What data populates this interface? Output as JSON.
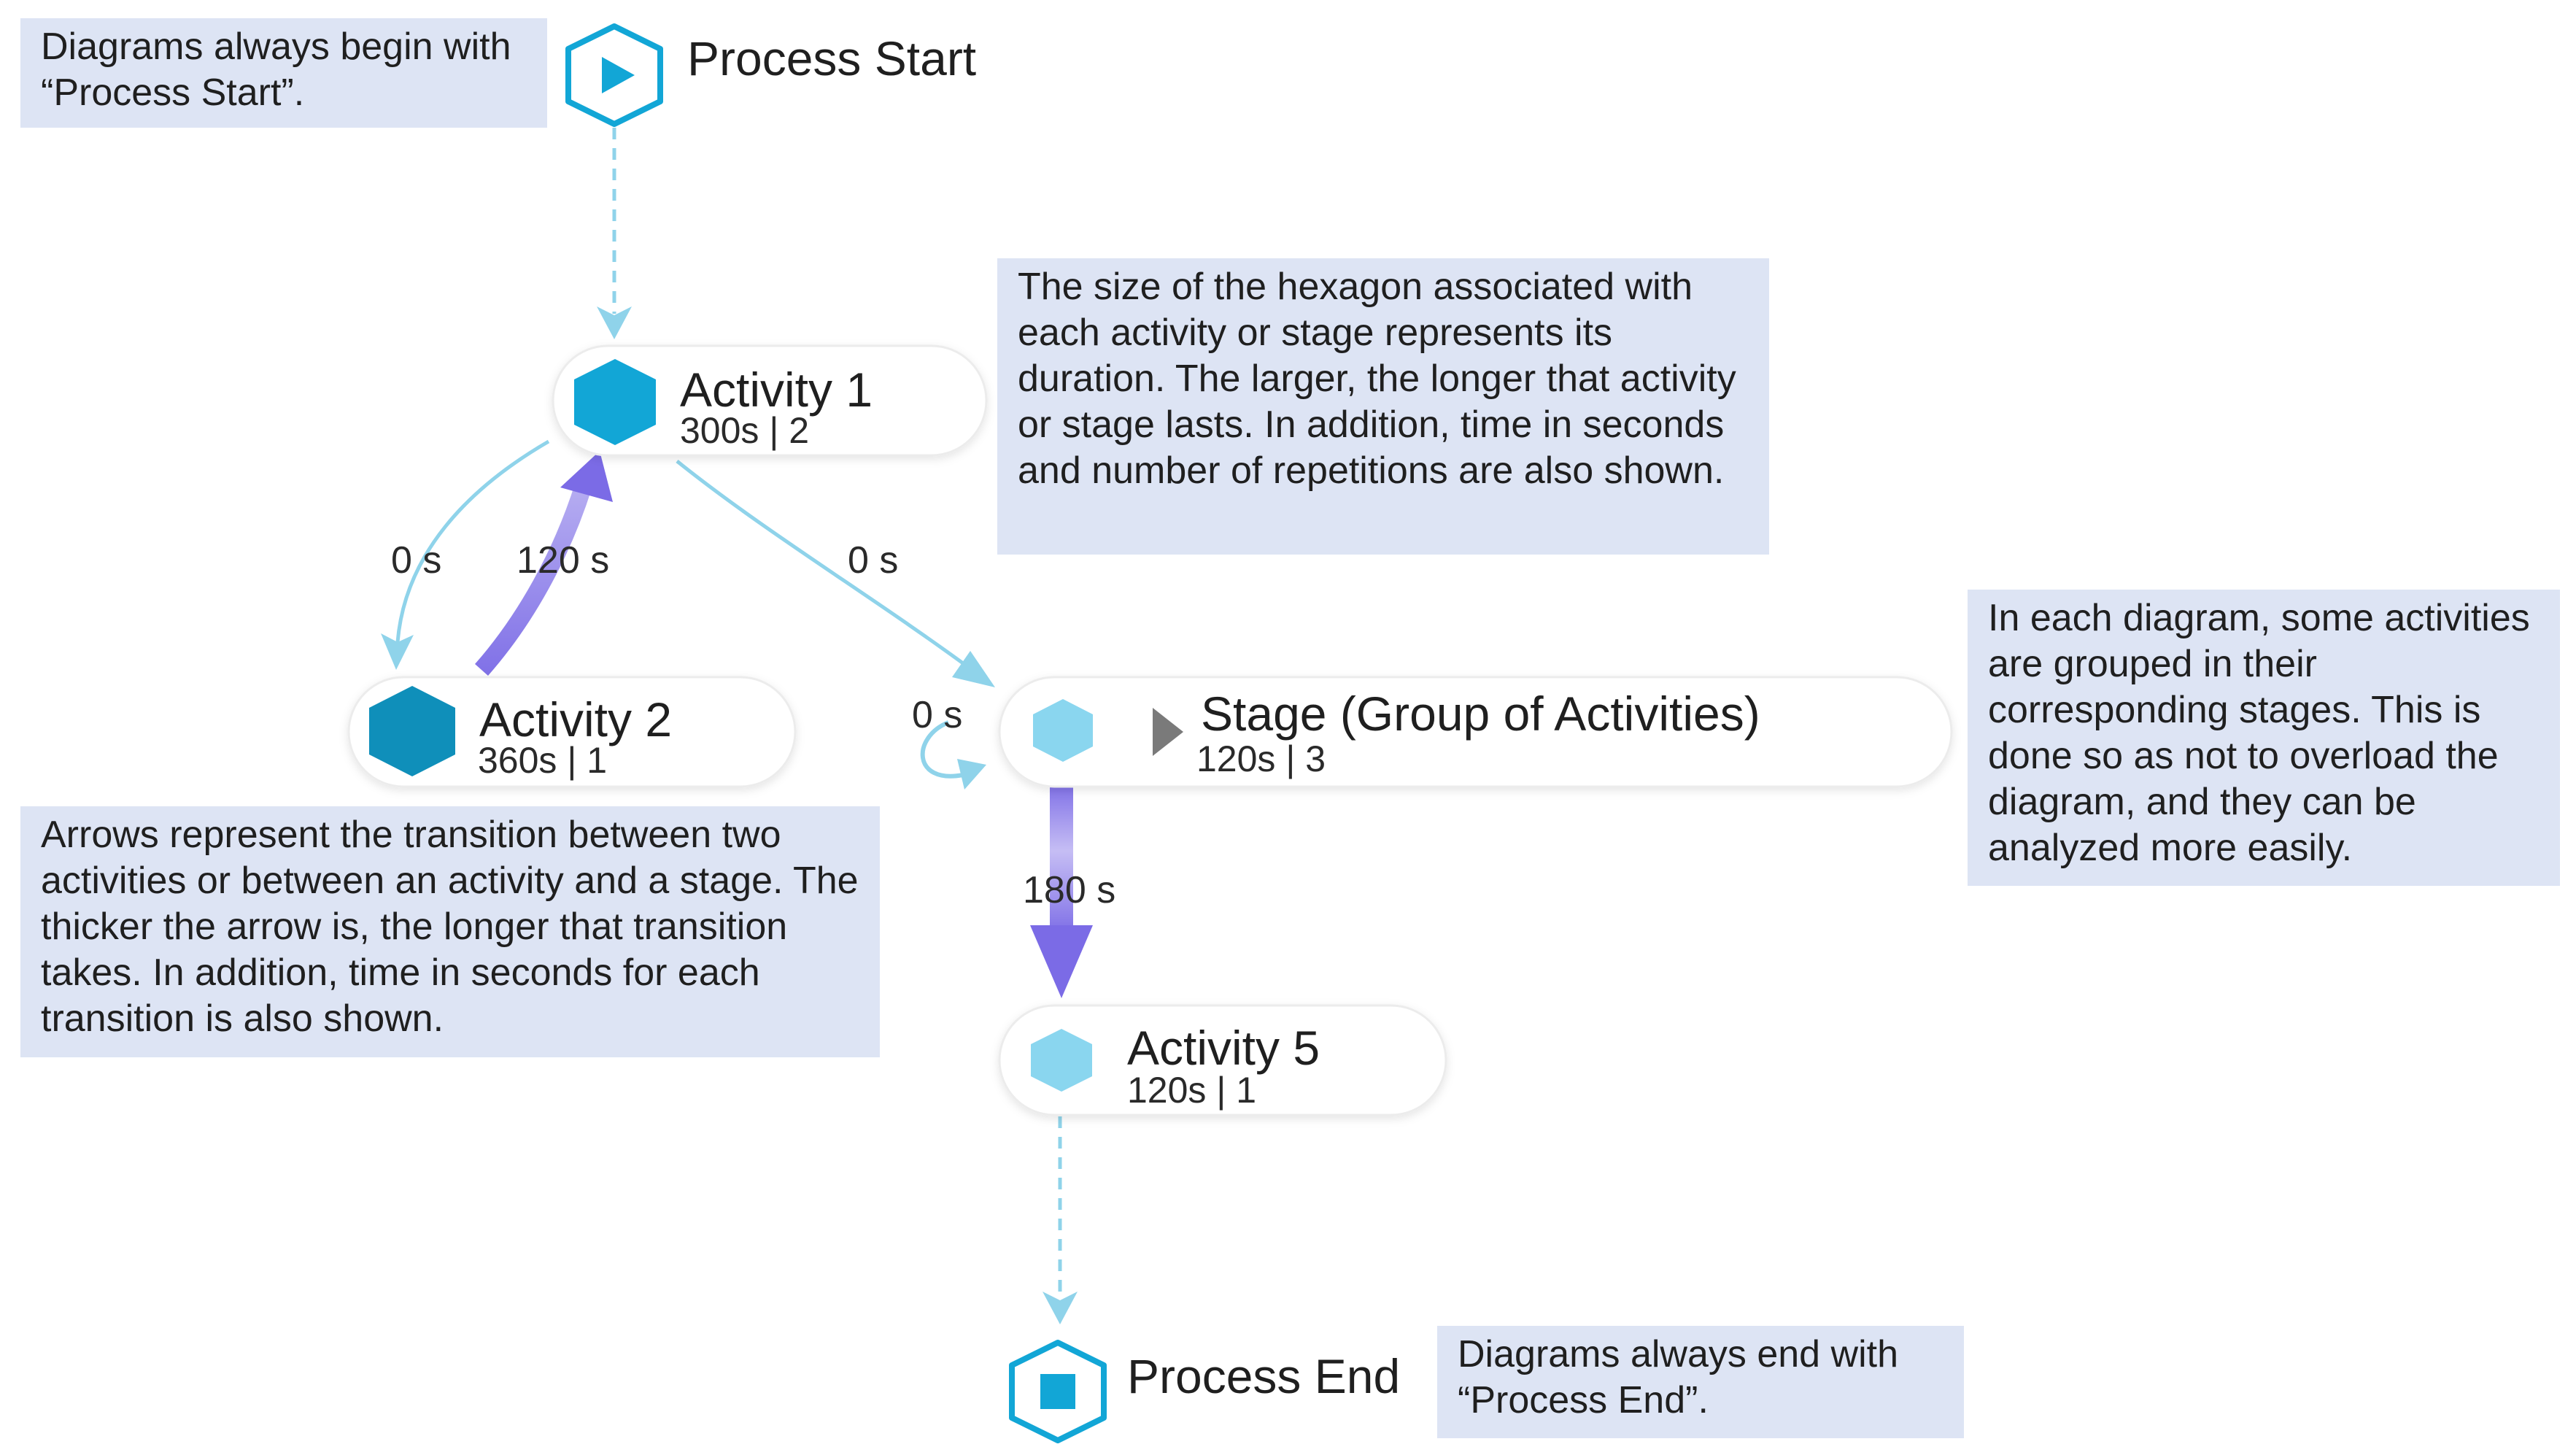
{
  "nodes": {
    "process_start": {
      "title": "Process Start"
    },
    "activity_1": {
      "title": "Activity 1",
      "stats": "300s | 2"
    },
    "activity_2": {
      "title": "Activity 2",
      "stats": "360s | 1"
    },
    "stage": {
      "title": "Stage (Group of Activities)",
      "stats": "120s | 3"
    },
    "activity_5": {
      "title": "Activity 5",
      "stats": "120s | 1"
    },
    "process_end": {
      "title": "Process End"
    }
  },
  "edges": {
    "a1_to_a2": "0 s",
    "a2_to_a1": "120 s",
    "a1_to_stage": "0 s",
    "stage_self": "0 s",
    "stage_to_a5": "180 s"
  },
  "notes": {
    "start": "Diagrams always begin with “Process Start”.",
    "hexagon": "The size of the hexagon associated with each activity or stage represents its duration. The larger, the longer that activity or stage lasts.  In addition, time in seconds and number of repetitions are also shown.",
    "stages": "In each diagram, some activities are grouped in their corresponding stages. This is done so as not to overload the diagram, and they can be analyzed more easily.",
    "arrows": "Arrows represent the transition between two activities or between an activity and a stage. The thicker the arrow is, the longer that transition takes. In addition, time in seconds for each transition is also shown.",
    "end": "Diagrams always end with “Process End”."
  },
  "colors": {
    "hex_dark": "#0f8fba",
    "hex_mid": "#12a6d6",
    "hex_light": "#8ad6ef",
    "arrow_thin": "#8fd3ea",
    "arrow_thick": "#7b6be6",
    "note_bg": "#dde4f4"
  }
}
